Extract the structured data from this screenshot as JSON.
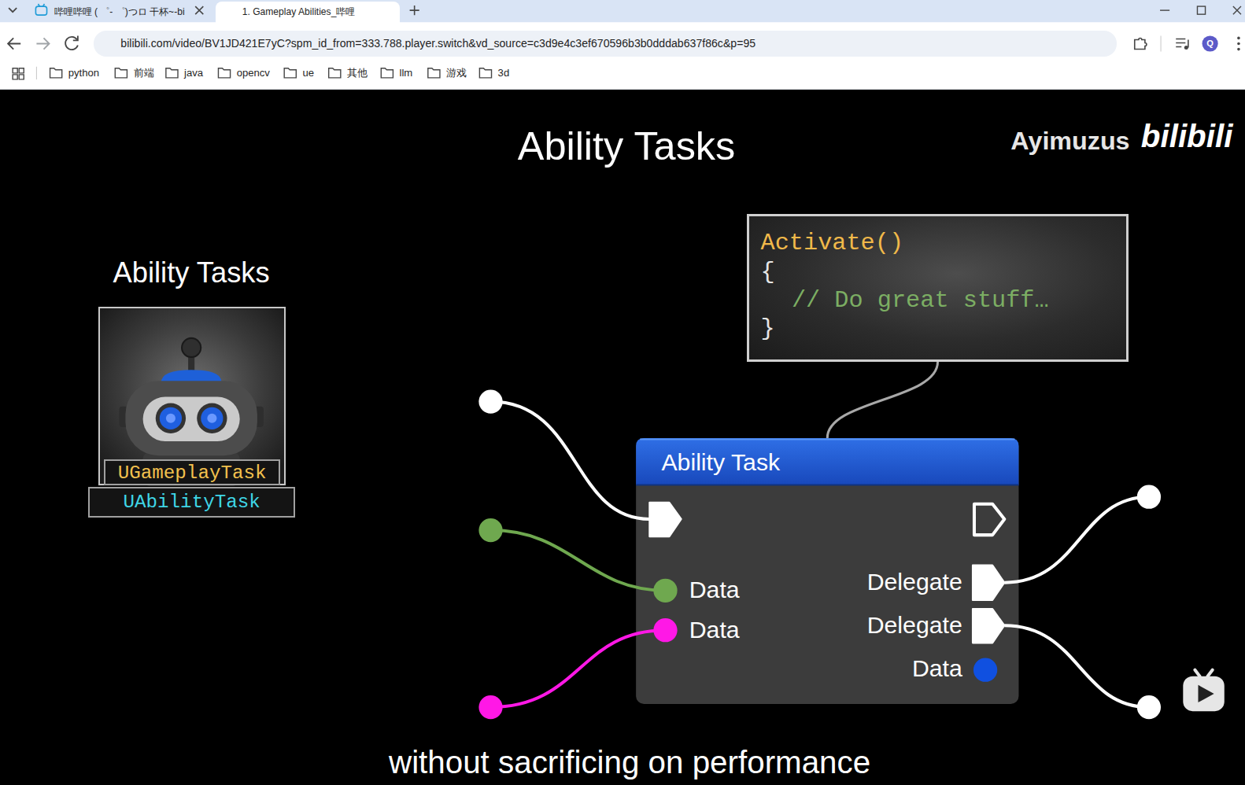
{
  "diagram": {
    "title": "Ability Tasks",
    "caption": "without sacrificing on performance",
    "nodes": [
      {
        "text": [
          "哔哩哔哩 ( ゜- ゜)つロ 干杯~-bi"
        ]
      },
      {
        "text": [
          "1. Gameplay Abilities_哔哩"
        ]
      },
      {
        "text": [
          "bilibili.com/video/BV1JD421E7yC?spm_id_from=333.788.player.switch&vd_source=c3d9e4c3ef670596b3b0dddab637f86c&p=95"
        ]
      },
      {
        "text": [
          "Ability Tasks"
        ]
      },
      {
        "text": [
          "UGameplayTask"
        ],
        "in": 3
      },
      {
        "text": [
          "UAbilityTask"
        ]
      },
      {
        "text": [
          "Activate()",
          "{",
          "// Do great stuff…",
          "}"
        ]
      },
      {
        "text": [
          "Ability Task",
          "Data",
          "Data",
          "Delegate",
          "Delegate",
          "Data"
        ]
      }
    ],
    "edges": [
      {
        "from": 6,
        "to": 7,
        "arrow": "none"
      }
    ],
    "labels": [
      "python",
      "前端",
      "java",
      "opencv",
      "ue",
      "其他",
      "llm",
      "游戏",
      "3d",
      "Q",
      "Ayimuzus",
      "bilibili"
    ]
  }
}
